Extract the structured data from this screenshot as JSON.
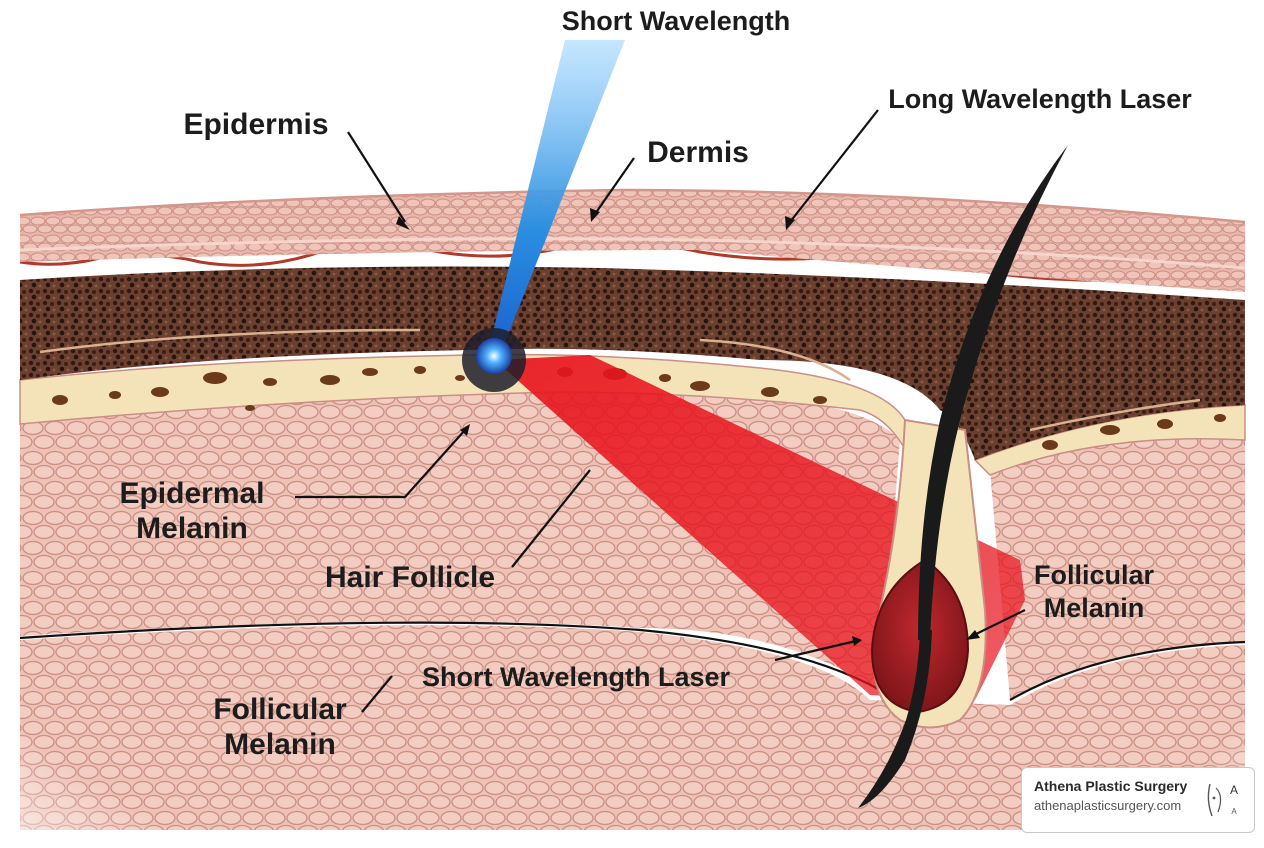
{
  "labels": {
    "short_wavelength": "Short Wavelength",
    "long_wavelength_laser": "Long Wavelength Laser",
    "epidermis": "Epidermis",
    "dermis": "Dermis",
    "epidermal_melanin_1": "Epidermal",
    "epidermal_melanin_2": "Melanin",
    "hair_follicle": "Hair Follicle",
    "follicular_melanin_right_1": "Follicular",
    "follicular_melanin_right_2": "Melanin",
    "short_wavelength_laser": "Short Wavelength Laser",
    "follicular_melanin_left_1": "Follicular",
    "follicular_melanin_left_2": "Melanin"
  },
  "brand": {
    "name": "Athena Plastic Surgery",
    "url": "athenaplasticsurgery.com",
    "logo_letters": "A"
  },
  "colors": {
    "skin": "#efc2b6",
    "cell_line": "#c98f86",
    "melanin_layer": "#4a2a1c",
    "fat_layer": "#f4e2b8",
    "blue_beam": "#2b8fe0",
    "red_beam": "#e8141e",
    "hair": "#1a1a1a"
  }
}
